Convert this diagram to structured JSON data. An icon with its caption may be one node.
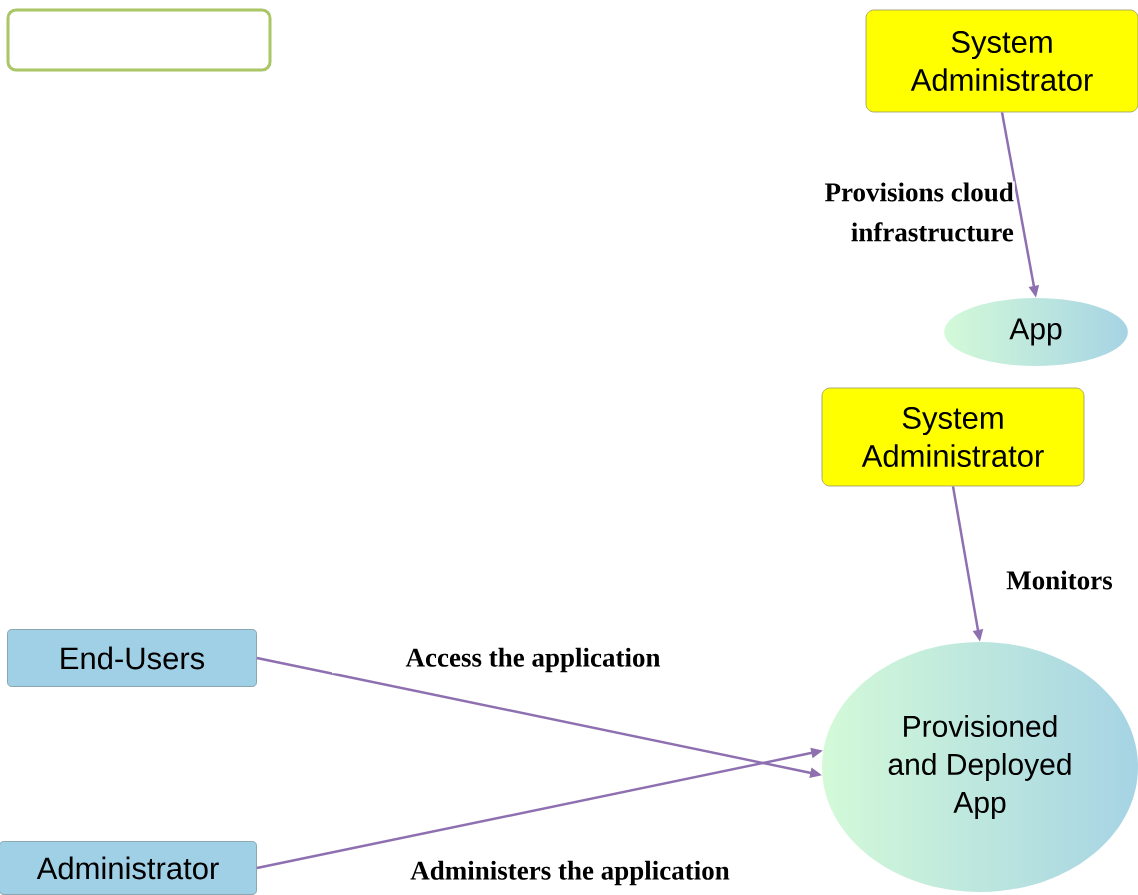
{
  "diagram": {
    "nodes": [
      {
        "text": [],
        "shape": "box"
      },
      {
        "text": [
          "System Administrator"
        ]
      },
      {
        "text": [
          "App"
        ]
      },
      {
        "text": [
          "System Administrator"
        ]
      },
      {
        "text": [
          "End-Users"
        ]
      },
      {
        "text": [
          "Administrator"
        ]
      },
      {
        "text": [
          "Provisioned and Deployed App"
        ]
      }
    ],
    "edges": [
      {
        "from": 1,
        "to": 2,
        "arrow": "to",
        "label": "Provisions cloud infrastructure"
      },
      {
        "from": 3,
        "to": 6,
        "arrow": "to",
        "label": "Monitors"
      },
      {
        "from": 4,
        "to": 6,
        "arrow": "to",
        "label": "Access the application"
      },
      {
        "from": 5,
        "to": 6,
        "arrow": "to",
        "label": "Administers the application"
      }
    ]
  }
}
